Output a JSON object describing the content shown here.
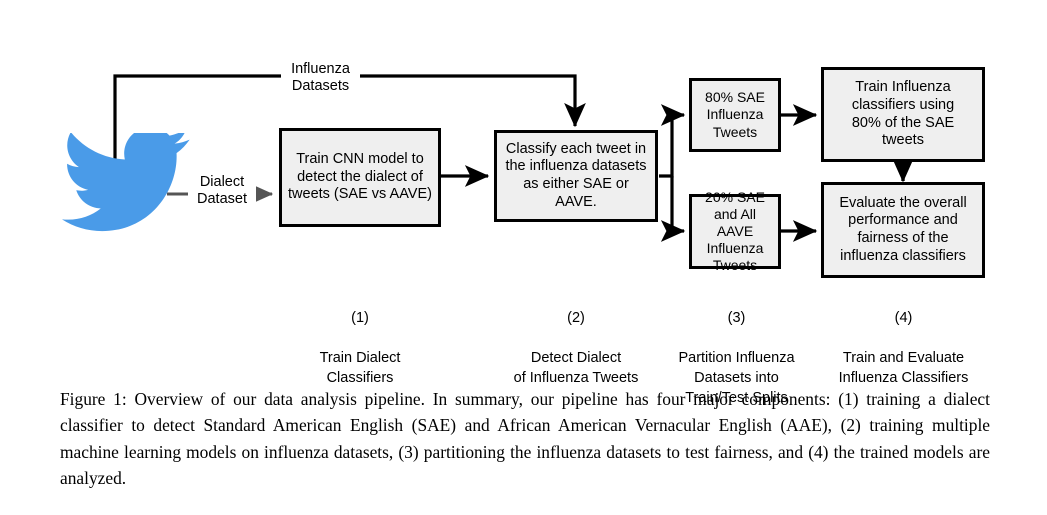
{
  "figure": {
    "logo_name": "twitter-bird-logo",
    "logo_color": "#4a9be8",
    "box_fill": "#efefef",
    "box_border": "#000000",
    "gray_arrow_color": "#555555",
    "caption": "Figure 1: Overview of our data analysis pipeline. In summary, our pipeline has four major components: (1) training a dialect classifier to detect Standard American English (SAE) and African American Vernacular English (AAE), (2) training multiple machine learning models on influenza datasets, (3) partitioning the influenza datasets to test fairness, and (4) the trained models are analyzed."
  },
  "flow_labels": {
    "influenza_datasets": "Influenza\nDatasets",
    "dialect_dataset": "Dialect\nDataset"
  },
  "boxes": {
    "train_cnn": "Train CNN model to\ndetect the dialect of\ntweets (SAE vs AAVE)",
    "classify_tweets": "Classify each tweet in\nthe influenza datasets\nas either SAE or AAVE.",
    "sae_80": "80% SAE\nInfluenza\nTweets",
    "sae_20_aave": "20% SAE\nand All AAVE\nInfluenza\nTweets",
    "train_classifiers": "Train Influenza\nclassifiers using\n80% of the SAE\ntweets",
    "evaluate": "Evaluate the overall\nperformance and\nfairness of the\ninfluenza classifiers"
  },
  "steps": [
    {
      "number": "(1)",
      "label": "Train Dialect\nClassifiers"
    },
    {
      "number": "(2)",
      "label": "Detect Dialect\nof Influenza Tweets"
    },
    {
      "number": "(3)",
      "label": "Partition Influenza\nDatasets into\nTrain/Test Splits"
    },
    {
      "number": "(4)",
      "label": "Train and Evaluate\nInfluenza Classifiers"
    }
  ]
}
